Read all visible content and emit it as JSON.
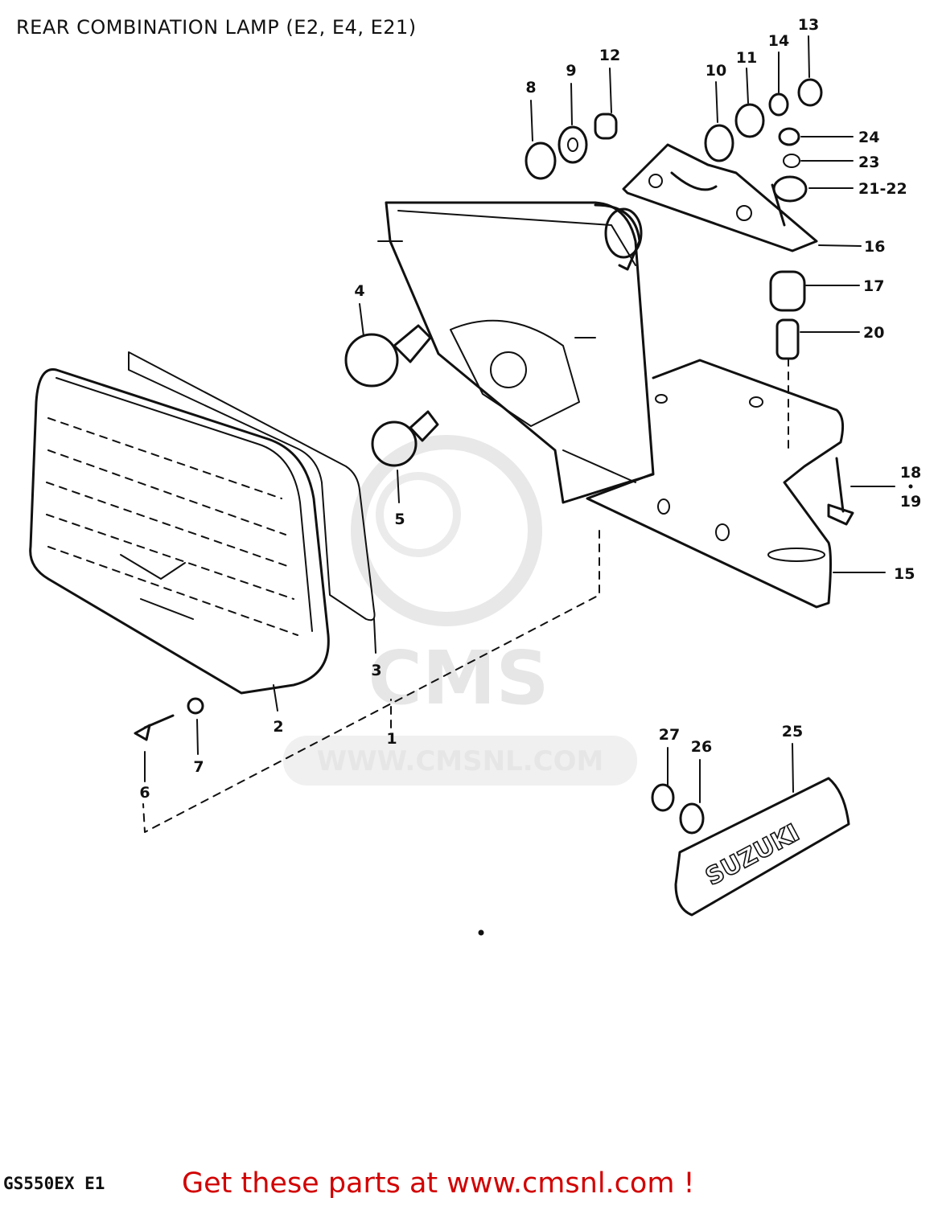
{
  "page": {
    "title": "REAR COMBINATION LAMP (E2, E4, E21)",
    "model_code": "GS550EX E1",
    "cta_text": "Get these parts at www.cmsnl.com !",
    "accent_color": "#d20000"
  },
  "watermark": {
    "brand": "CMS",
    "url": "WWW.CMSNL.COM",
    "color": "#e6e6e6"
  },
  "part_callouts": [
    {
      "id": "c1",
      "label": "1"
    },
    {
      "id": "c2",
      "label": "2"
    },
    {
      "id": "c3",
      "label": "3"
    },
    {
      "id": "c4",
      "label": "4"
    },
    {
      "id": "c5",
      "label": "5"
    },
    {
      "id": "c6",
      "label": "6"
    },
    {
      "id": "c7",
      "label": "7"
    },
    {
      "id": "c8",
      "label": "8"
    },
    {
      "id": "c9",
      "label": "9"
    },
    {
      "id": "c10",
      "label": "10"
    },
    {
      "id": "c11",
      "label": "11"
    },
    {
      "id": "c12",
      "label": "12"
    },
    {
      "id": "c13",
      "label": "13"
    },
    {
      "id": "c14",
      "label": "14"
    },
    {
      "id": "c15",
      "label": "15"
    },
    {
      "id": "c16",
      "label": "16"
    },
    {
      "id": "c17",
      "label": "17"
    },
    {
      "id": "c18",
      "label": "18"
    },
    {
      "id": "c19",
      "label": "19"
    },
    {
      "id": "c20",
      "label": "20"
    },
    {
      "id": "c21-22",
      "label": "21-22"
    },
    {
      "id": "c23",
      "label": "23"
    },
    {
      "id": "c24",
      "label": "24"
    },
    {
      "id": "c25",
      "label": "25"
    },
    {
      "id": "c26",
      "label": "26"
    },
    {
      "id": "c27",
      "label": "27"
    }
  ],
  "emblem_text": "SUZUKI"
}
